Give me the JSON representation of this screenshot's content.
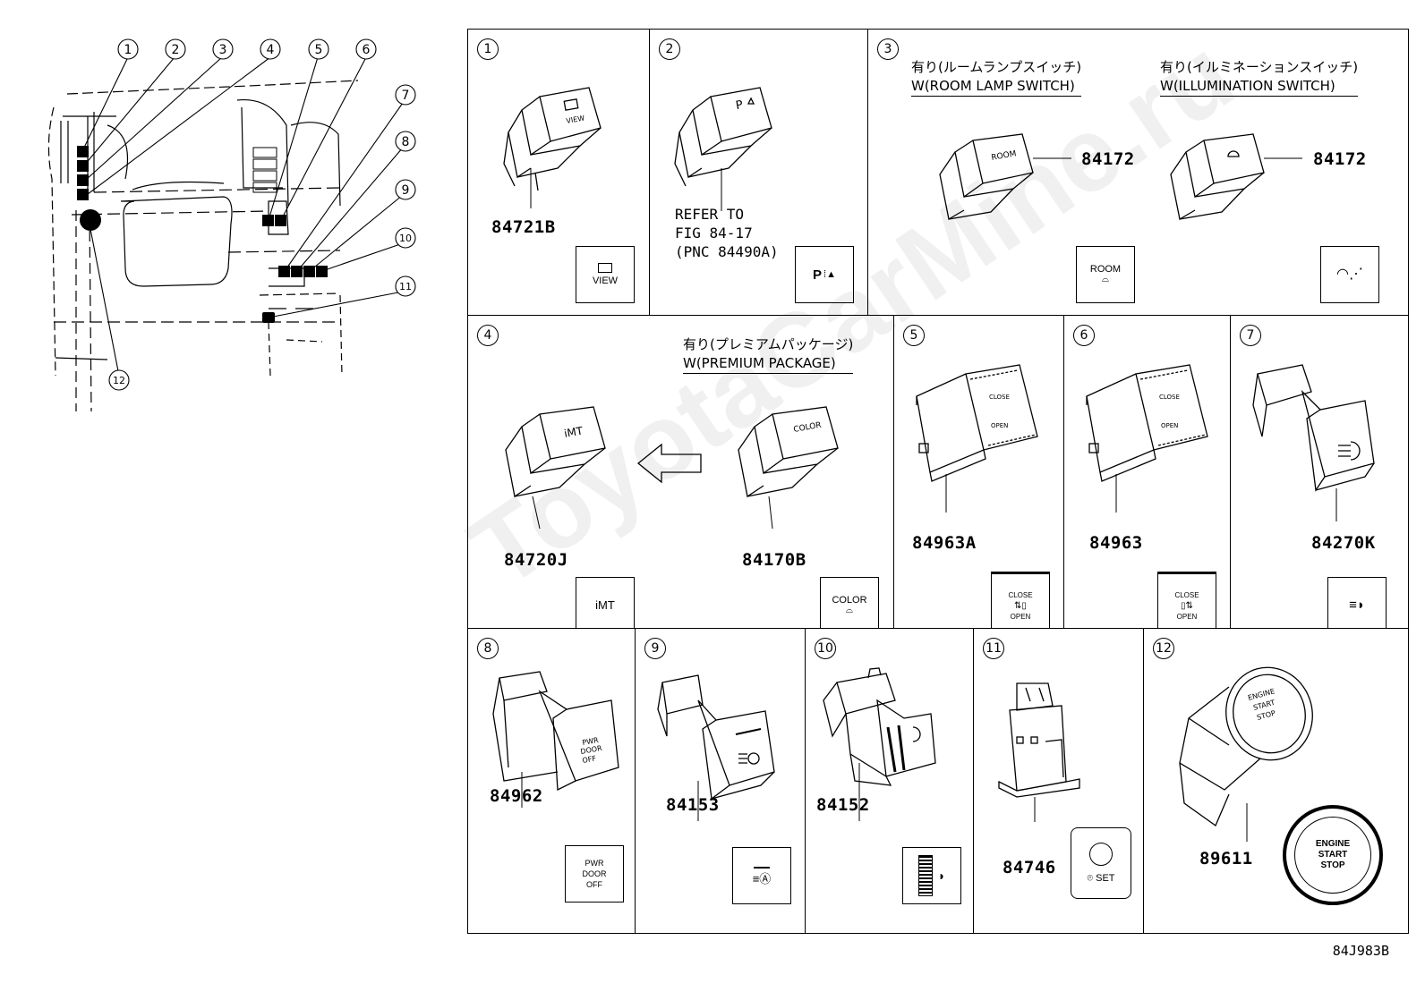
{
  "diagram_code": "84J983B",
  "watermark": "ToyotaCarMine.ru",
  "overview": {
    "callouts": [
      "1",
      "2",
      "3",
      "4",
      "5",
      "6",
      "7",
      "8",
      "9",
      "10",
      "11",
      "12"
    ]
  },
  "cells": [
    {
      "num": "1",
      "part_no": "84721B",
      "icon": {
        "lines": [
          "VIEW"
        ],
        "symbol": "view-icon"
      }
    },
    {
      "num": "2",
      "ref_lines": [
        "REFER TO",
        "FIG 84-17",
        "(PNC 84490A)"
      ],
      "icon": {
        "lines": [
          "P"
        ],
        "symbol": "park-assist-icon"
      }
    },
    {
      "num": "3",
      "left": {
        "cond_jp": "有り(ルームランプスイッチ)",
        "cond_en": "W(ROOM LAMP SWITCH)",
        "part_no": "84172",
        "icon": {
          "lines": [
            "ROOM"
          ],
          "symbol": "lamp-icon"
        }
      },
      "right": {
        "cond_jp": "有り(イルミネーションスイッチ)",
        "cond_en": "W(ILLUMINATION SWITCH)",
        "part_no": "84172",
        "icon": {
          "lines": [],
          "symbol": "illumination-icon"
        }
      }
    },
    {
      "num": "4",
      "cond_jp": "有り(プレミアムパッケージ)",
      "cond_en": "W(PREMIUM PACKAGE)",
      "left": {
        "part_no": "84720J",
        "icon": {
          "lines": [
            "iMT"
          ]
        }
      },
      "right": {
        "part_no": "84170B",
        "icon": {
          "lines": [
            "COLOR"
          ],
          "symbol": "lamp-icon"
        }
      }
    },
    {
      "num": "5",
      "part_no": "84963A",
      "icon": {
        "lines": [
          "CLOSE",
          "OPEN"
        ],
        "symbol": "slide-door-icon"
      }
    },
    {
      "num": "6",
      "part_no": "84963",
      "icon": {
        "lines": [
          "CLOSE",
          "OPEN"
        ],
        "symbol": "slide-door-icon"
      }
    },
    {
      "num": "7",
      "part_no": "84270K",
      "icon": {
        "lines": [],
        "symbol": "defogger-icon"
      }
    },
    {
      "num": "8",
      "part_no": "84962",
      "icon": {
        "lines": [
          "PWR",
          "DOOR",
          "OFF"
        ]
      }
    },
    {
      "num": "9",
      "part_no": "84153",
      "icon": {
        "lines": [],
        "symbol": "auto-headlamp-icon"
      }
    },
    {
      "num": "10",
      "part_no": "84152",
      "icon": {
        "lines": [],
        "symbol": "headlamp-level-dial-icon"
      }
    },
    {
      "num": "11",
      "part_no": "84746",
      "icon": {
        "lines": [
          "SET"
        ],
        "symbol": "tire-pressure-icon"
      }
    },
    {
      "num": "12",
      "part_no": "89611",
      "icon": {
        "lines": [
          "ENGINE",
          "START",
          "STOP"
        ]
      }
    }
  ]
}
